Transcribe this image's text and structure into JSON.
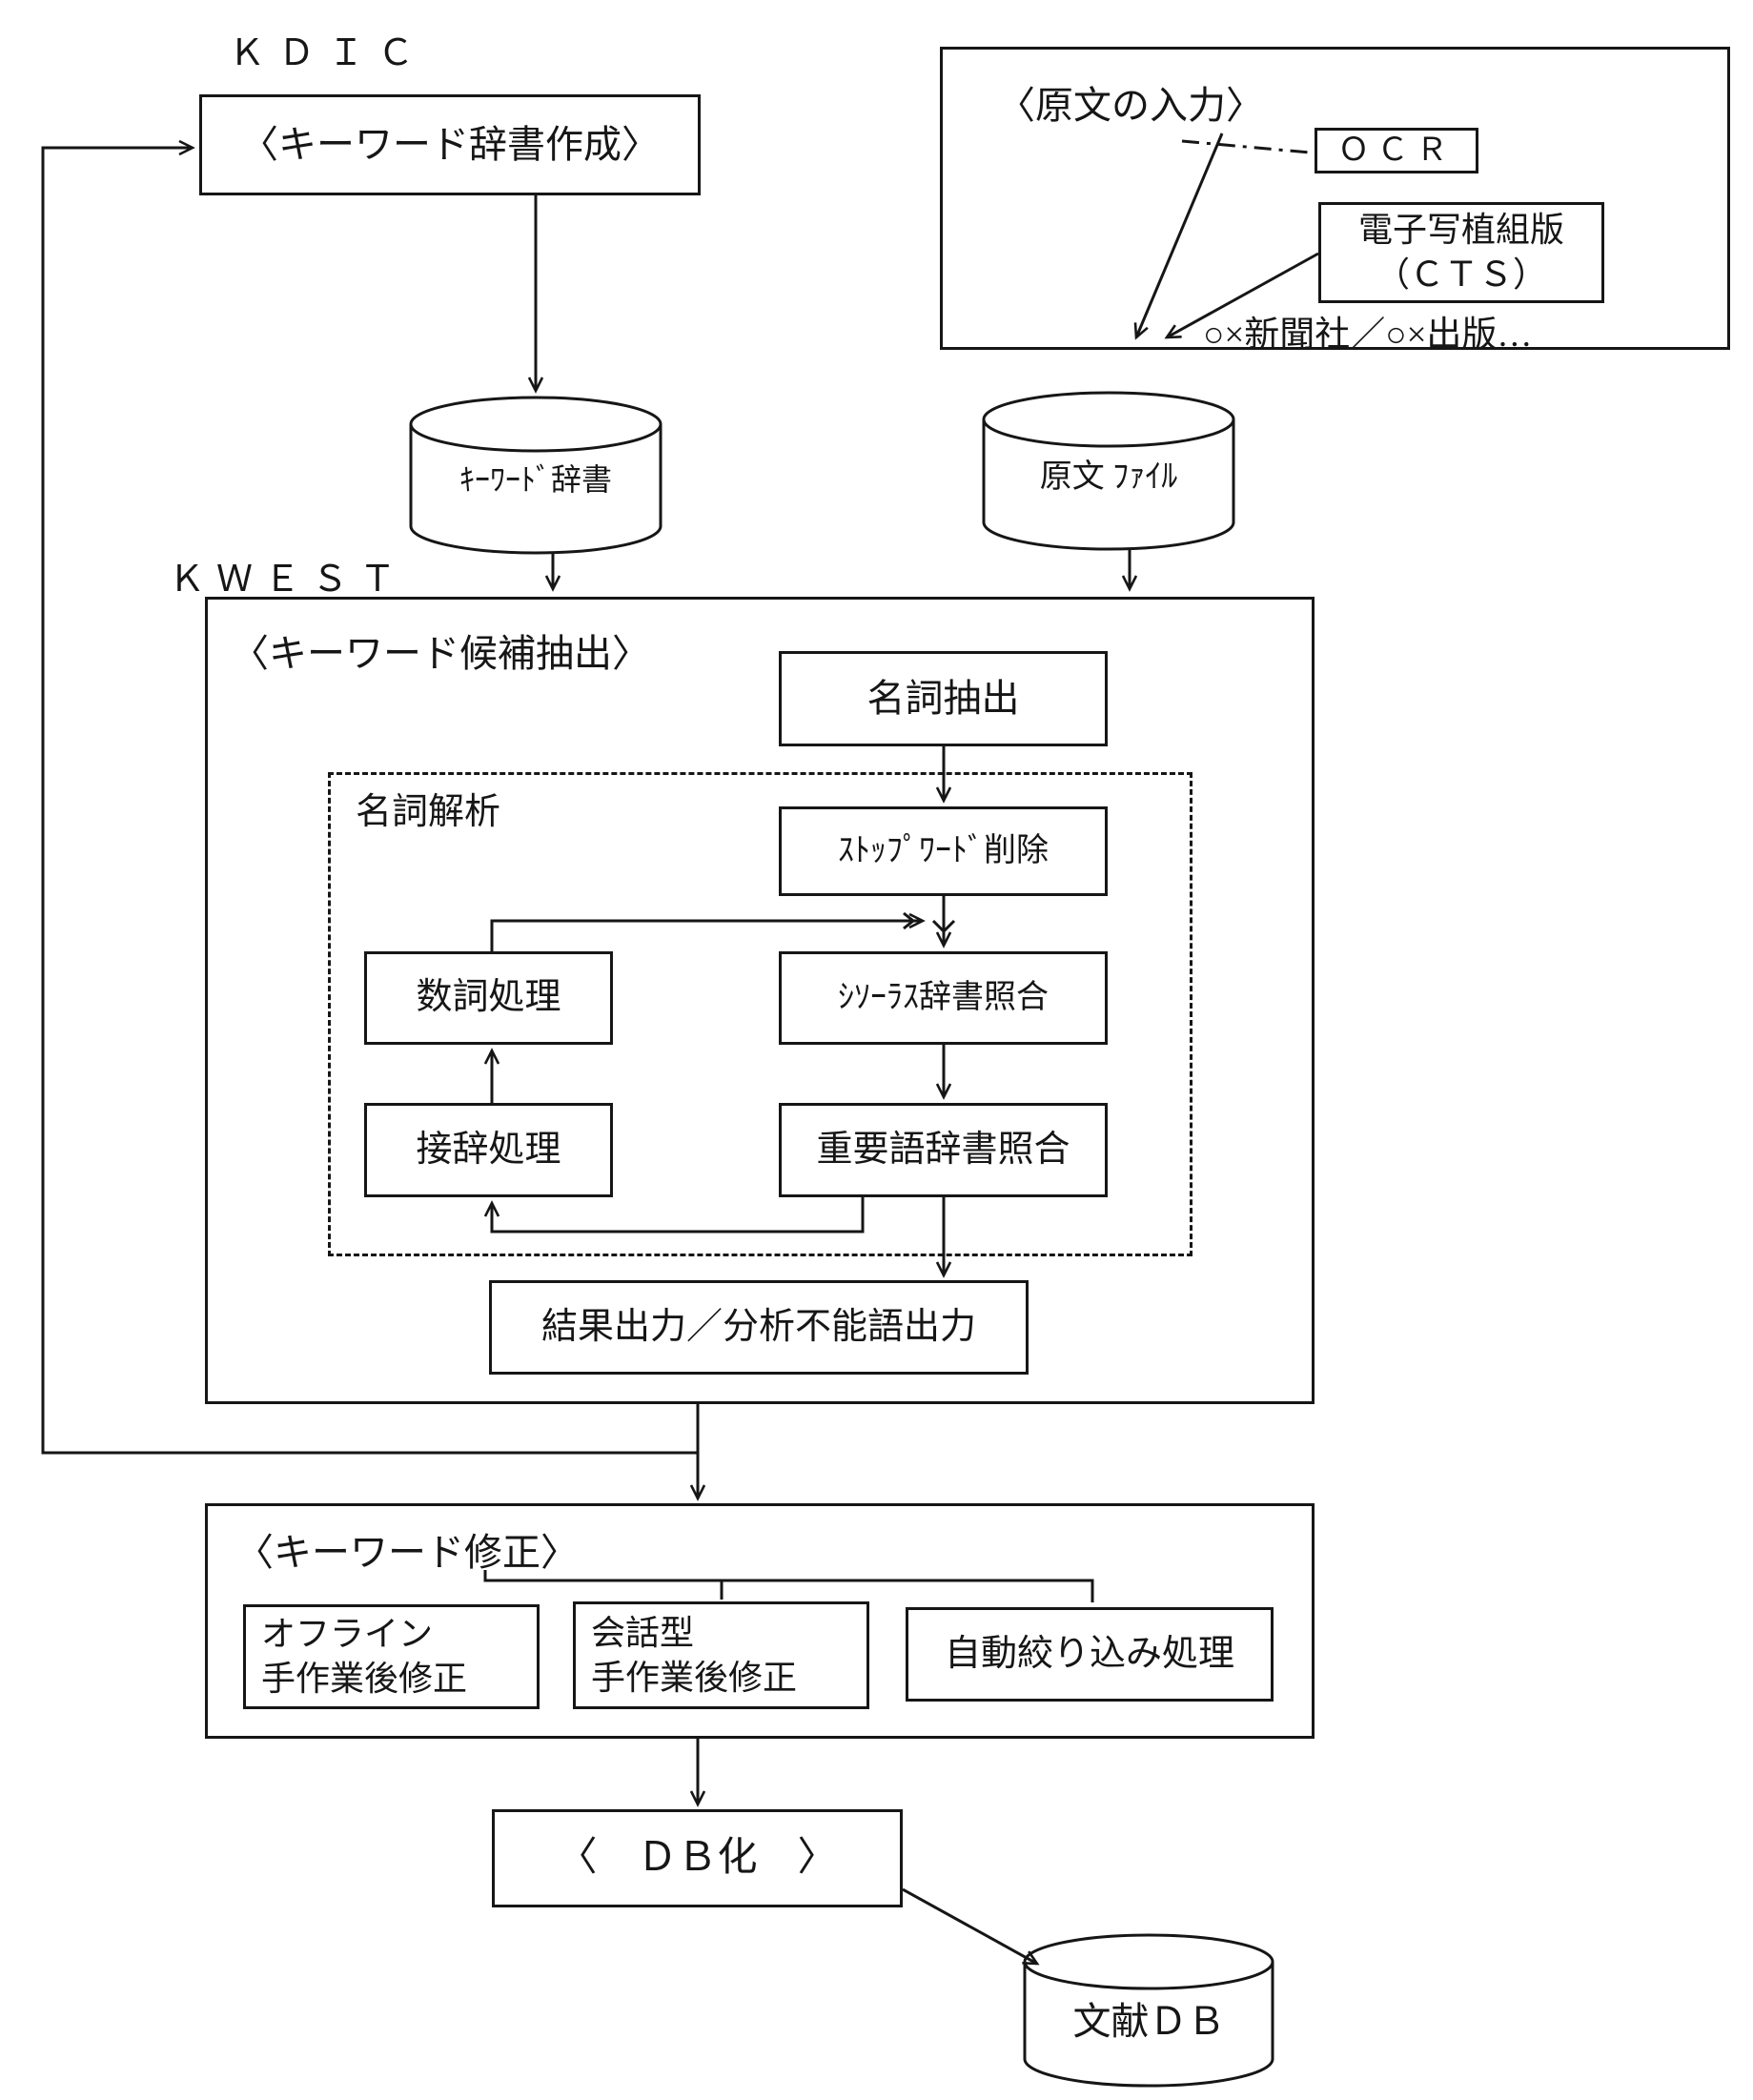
{
  "canvas": {
    "bg": "#ffffff",
    "ink": "#161616"
  },
  "top_left": {
    "system_label": "ＫＤＩＣ",
    "dict_creation": "〈キーワード辞書作成〉"
  },
  "source_input": {
    "title": "〈原文の入力〉",
    "ocr": "ＯＣＲ",
    "cts": [
      "電子写植組版",
      "（ＣＴＳ）"
    ],
    "providers": "○×新聞社／○×出版…"
  },
  "datastores": {
    "keyword_dictionary": "ｷｰﾜｰﾄﾞ辞書",
    "source_file": "原文 ﾌｧｲﾙ",
    "document_db": "文献ＤＢ"
  },
  "kwest": {
    "system_label": "ＫＷＥＳＴ",
    "title": "〈キーワード候補抽出〉",
    "noun_extraction": "名詞抽出",
    "noun_analysis": {
      "title": "名詞解析",
      "stopword_removal": "ｽﾄｯﾌﾟﾜｰﾄﾞ削除",
      "numeral_processing": "数詞処理",
      "thesaurus_matching": "ｼｿｰﾗｽ辞書照合",
      "affix_processing": "接辞処理",
      "keyword_matching": "重要語辞書照合"
    },
    "result_output": "結果出力／分析不能語出力"
  },
  "correction": {
    "title": "〈キーワード修正〉",
    "offline": [
      "オフライン",
      "手作業後修正"
    ],
    "interactive": [
      "会話型",
      "手作業後修正"
    ],
    "auto": "自動絞り込み処理"
  },
  "db_creation": "〈　ＤＢ化　〉"
}
